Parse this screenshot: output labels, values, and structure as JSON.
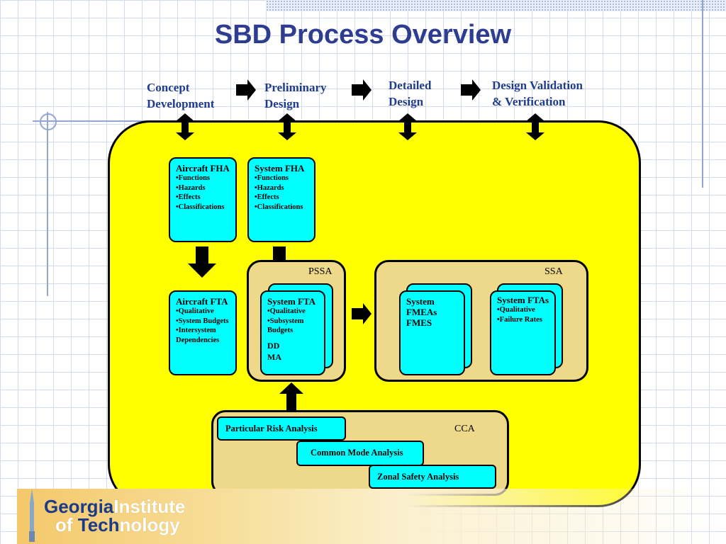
{
  "title": "SBD Process Overview",
  "phases": [
    {
      "label": "Concept\nDevelopment"
    },
    {
      "label": "Preliminary\nDesign"
    },
    {
      "label": "Detailed\nDesign"
    },
    {
      "label": "Design Validation\n& Verification"
    }
  ],
  "aircraft_fha": {
    "title": "Aircraft FHA",
    "bullets": "•Functions\n•Hazards\n•Effects\n•Classifications"
  },
  "system_fha": {
    "title": "System FHA",
    "bullets": "•Functions\n•Hazards\n•Effects\n•Classifications"
  },
  "aircraft_fta": {
    "title": "Aircraft FTA",
    "bullets": "•Qualitative\n•System Budgets\n•Intersystem\nDependencies"
  },
  "pssa": {
    "label": "PSSA",
    "system_fta": {
      "title": "System FTA",
      "bullets": "•Qualitative\n•Subsystem\nBudgets",
      "extra": "DD\nMA"
    }
  },
  "ssa": {
    "label": "SSA",
    "fmeas": {
      "title": "System\nFMEAs\nFMES"
    },
    "ftas": {
      "title": "System FTAs",
      "bullets": "•Qualitative\n•Failure Rates"
    }
  },
  "cca": {
    "label": "CCA",
    "items": [
      "Particular Risk Analysis",
      "Common Mode Analysis",
      "Zonal Safety Analysis"
    ]
  },
  "logo": {
    "line1a": "Georgia",
    "line1b": "Institute",
    "line2a": "of ",
    "line2b": "Tech",
    "line2c": "nology"
  },
  "colors": {
    "title": "#2e3d8f",
    "phase_text": "#1f3c8c",
    "yellow": "#ffff00",
    "tan": "#eed889",
    "cyan": "#00ffff"
  }
}
